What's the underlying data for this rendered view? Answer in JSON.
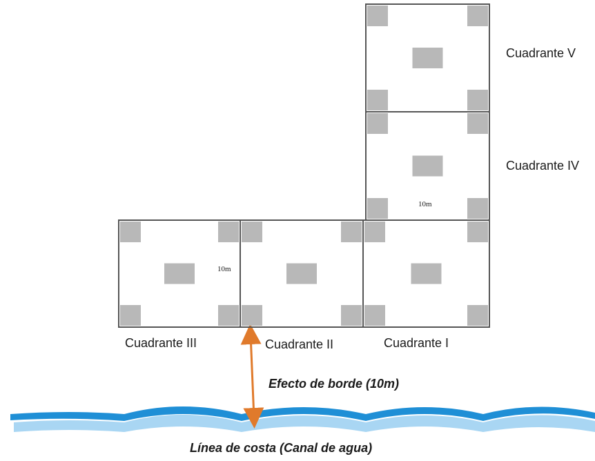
{
  "diagram": {
    "quadrants": [
      {
        "id": "I",
        "label": "Cuadrante I"
      },
      {
        "id": "II",
        "label": "Cuadrante II"
      },
      {
        "id": "III",
        "label": "Cuadrante III"
      },
      {
        "id": "IV",
        "label": "Cuadrante IV"
      },
      {
        "id": "V",
        "label": "Cuadrante V"
      }
    ],
    "dimension_label_side": "10m",
    "dimension_label_top": "10m",
    "edge_effect_label": "Efecto de borde (10m)",
    "shoreline_label": "Línea de costa (Canal de agua)",
    "colors": {
      "frame": "#555555",
      "subplot": "#b8b8b8",
      "arrow": "#e07a2b",
      "water_dark": "#1f8fd6",
      "water_light": "#a9d6f3"
    }
  }
}
